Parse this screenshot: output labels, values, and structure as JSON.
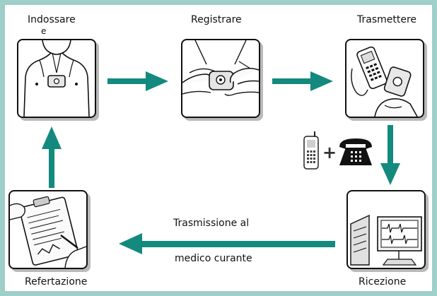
{
  "steps": {
    "wear": "Indossare",
    "wear_sub": "e",
    "record": "Registrare",
    "transmit": "Trasmettere",
    "receive": "Ricezione",
    "report": "Refertazione"
  },
  "transmission": {
    "line1": "Trasmissione al",
    "line2": "medico curante"
  },
  "phone_combo": {
    "plus": "+",
    "icons": [
      "mobile-phone-icon",
      "landline-phone-icon"
    ]
  },
  "colors": {
    "arrow": "#14897e",
    "frame": "#9ecfc8",
    "outline": "#111111"
  }
}
